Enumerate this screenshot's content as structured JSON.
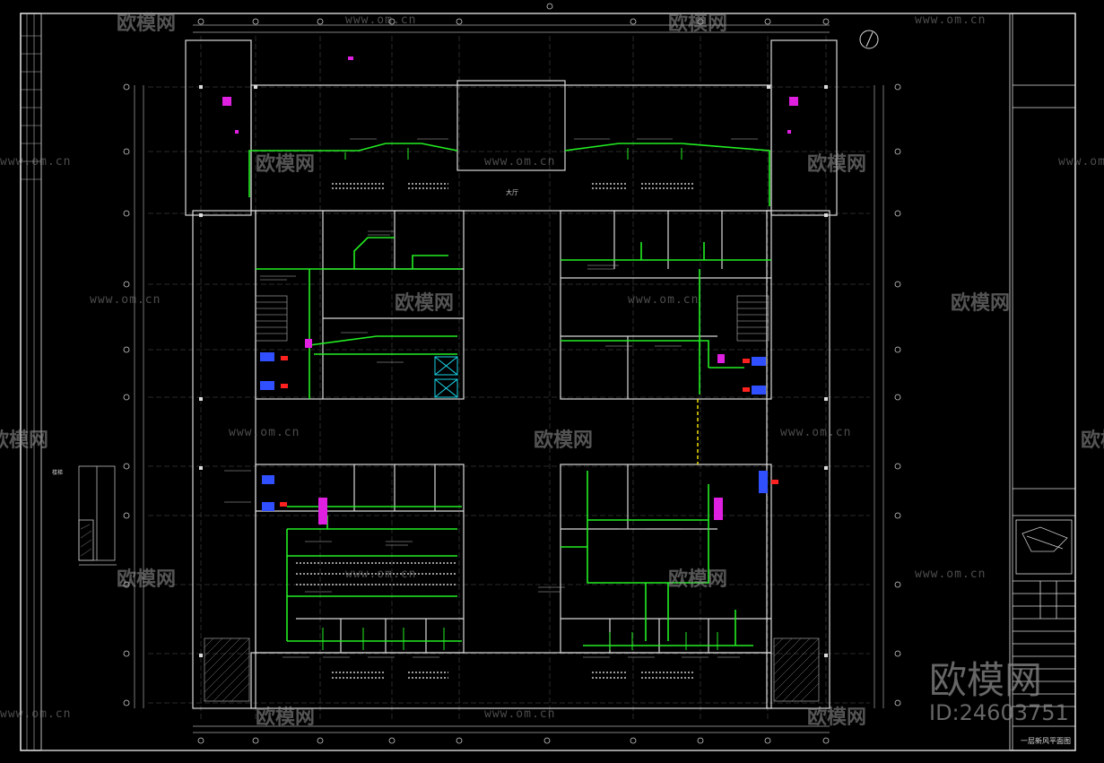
{
  "watermark": {
    "brand": "欧模网",
    "url": "www.om.cn",
    "url_partial": "www.om.cn",
    "id_text": "ID:24603751"
  },
  "drawing": {
    "sheet_title": "一层新风平面图",
    "room_label_outer_left": "楼梯",
    "room_label_lobby": "大厅"
  },
  "colors": {
    "background": "#000000",
    "frame": "#ffffff",
    "wall": "#d8d8d8",
    "duct": "#22ee22",
    "accent_cyan": "#19d3e6",
    "accent_magenta": "#e020e0",
    "accent_blue": "#3050ff",
    "accent_yellow": "#f0e000",
    "accent_red": "#ff2020"
  }
}
